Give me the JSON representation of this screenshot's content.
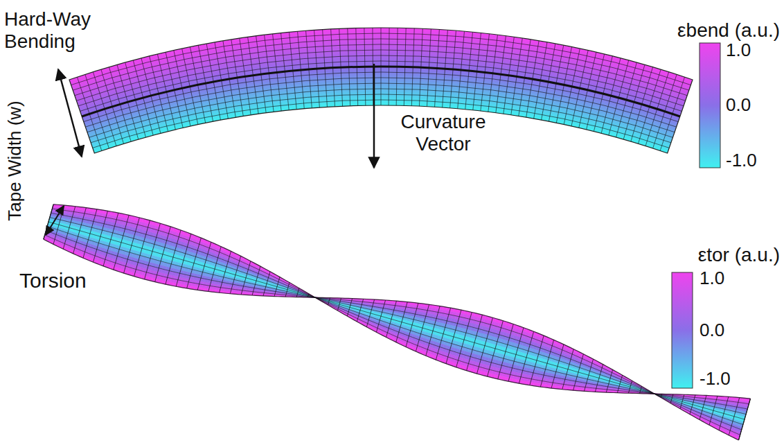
{
  "diagram": {
    "labels": [
      "Hard-Way Bending",
      "Tape Width (w)",
      "Curvature Vector",
      "εbend (a.u.)",
      "1.0",
      "0.0",
      "-1.0",
      "Torsion",
      "εtor (a.u.)",
      "1.0",
      "0.0",
      "-1.0"
    ]
  }
}
